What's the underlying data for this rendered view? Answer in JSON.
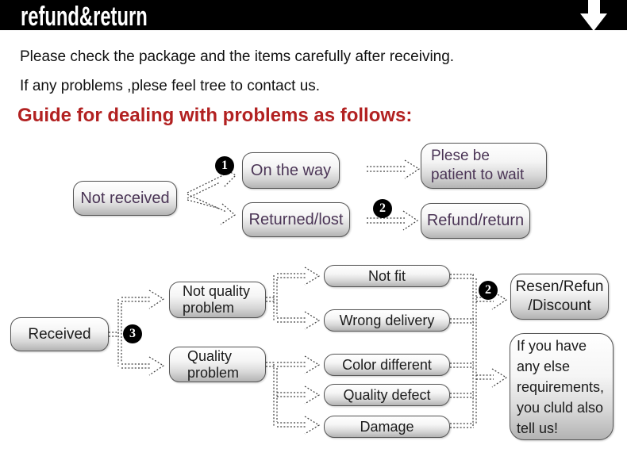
{
  "banner": {
    "title": "refund&return"
  },
  "intro": {
    "line1": "Please check the package and the items carefully after receiving.",
    "line2": "If any problems ,plese feel tree to contact us."
  },
  "heading": "Guide for dealing with problems as follows:",
  "flow1": {
    "not_received": "Not received",
    "badge_1": "1",
    "on_the_way": "On the way",
    "patient_line1": "Plese be",
    "patient_line2": "patient to wait",
    "returned_lost": "Returned/lost",
    "badge_2": "2",
    "refund_return": "Refund/return"
  },
  "flow2": {
    "received": "Received",
    "badge_3": "3",
    "not_quality_line1": "Not quality",
    "not_quality_line2": "problem",
    "quality_line1": "Quality",
    "quality_line2": "problem",
    "not_fit": "Not fit",
    "wrong_delivery": "Wrong delivery",
    "color_different": "Color different",
    "quality_defect": "Quality defect",
    "damage": "Damage",
    "badge_2": "2",
    "resen_line1": "Resen/Refun",
    "resen_line2": "/Discount",
    "note_line1": "If you have",
    "note_line2": "any else",
    "note_line3": "requirements,",
    "note_line4": "you cluld also",
    "note_line5": "tell us!"
  },
  "colors": {
    "banner_bg": "#000000",
    "banner_text": "#ffffff",
    "heading_red": "#b22121",
    "flow1_text": "#4b3556",
    "flow2_text": "#1c1c1c",
    "box_border": "#555555",
    "connector": "#3d3d3d"
  }
}
